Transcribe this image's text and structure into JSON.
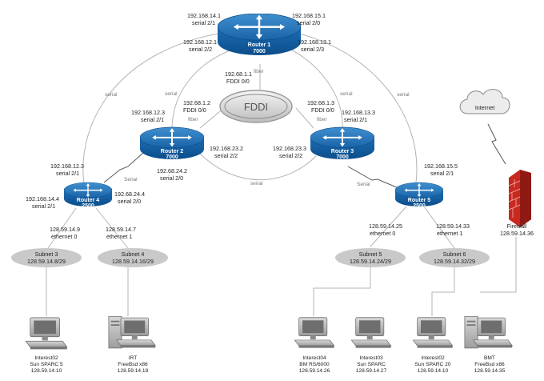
{
  "routers": [
    {
      "key": "r1",
      "name": "Router 1",
      "model": "7000"
    },
    {
      "key": "r2",
      "name": "Router 2",
      "model": "7000"
    },
    {
      "key": "r3",
      "name": "Router 3",
      "model": "7000"
    },
    {
      "key": "r4",
      "name": "Router 4",
      "model": "2500"
    },
    {
      "key": "r5",
      "name": "Router 5",
      "model": "2500"
    }
  ],
  "fddi": {
    "label": "FDDI"
  },
  "internet": {
    "label": "Internet"
  },
  "firewall": {
    "name": "Firewall",
    "ip": "128.59.14.36"
  },
  "subnets": [
    {
      "name": "Subnet 3",
      "cidr": "128.59.14.8/29"
    },
    {
      "name": "Subnet 4",
      "cidr": "128.59.14.16/29"
    },
    {
      "name": "Subnet 5",
      "cidr": "128.59.14.24/29"
    },
    {
      "name": "Subnet 6",
      "cidr": "128.59.14.32/29"
    }
  ],
  "interfaces": [
    {
      "ip": "192.168.14.1",
      "port": "serial 2/1"
    },
    {
      "ip": "192.168.15.1",
      "port": "serial 2/0"
    },
    {
      "ip": "192.168.12.1",
      "port": "serial 2/2"
    },
    {
      "ip": "192.168.13.1",
      "port": "serial 2/3"
    },
    {
      "ip": "192.68.1.1",
      "port": "FDDI 0/0"
    },
    {
      "ip": "192.168.12.3",
      "port": "serial 2/1"
    },
    {
      "ip": "192.68.1.2",
      "port": "FDDI 0/0"
    },
    {
      "ip": "192.68.1.3",
      "port": "FDDI 0/0"
    },
    {
      "ip": "192.168.13.3",
      "port": "serial 2/1"
    },
    {
      "ip": "192.168.23.2",
      "port": "serial 2/2"
    },
    {
      "ip": "192.168.23.3",
      "port": "serial 2/2"
    },
    {
      "ip": "192.168.12.3",
      "port": "serial 2/1"
    },
    {
      "ip": "192.68.24.2",
      "port": "serial 2/0"
    },
    {
      "ip": "192.168.15.5",
      "port": "serial 2/1"
    },
    {
      "ip": "192.168.14.4",
      "port": "serial 2/1"
    },
    {
      "ip": "192.68.24.4",
      "port": "serial 2/0"
    },
    {
      "ip": "128.59.14.9",
      "port": "ethernet 0"
    },
    {
      "ip": "128.59.14.7",
      "port": "ethernet 1"
    },
    {
      "ip": "128.59.14.25",
      "port": "ethernet 0"
    },
    {
      "ip": "128.59.14.33",
      "port": "ethernet 1"
    }
  ],
  "link_labels": {
    "serial": "serial",
    "fiber": "fiber",
    "serial_cap": "Serial"
  },
  "computers": [
    {
      "name": "Interest02",
      "os": "Sun SPARC 5",
      "ip": "128.59.14.10"
    },
    {
      "name": "IRT",
      "os": "FreeBsd x86",
      "ip": "128.59.14.18"
    },
    {
      "name": "Interest04",
      "os": "BM RS/6000",
      "ip": "128.59.14.26"
    },
    {
      "name": "Interest03",
      "os": "Sun SPARC",
      "ip": "128.59.14.27"
    },
    {
      "name": "Interest02",
      "os": "Sun SPARC 20",
      "ip": "128.59.14.10"
    },
    {
      "name": "BMT",
      "os": "FreeBsd x86",
      "ip": "128.59.14.35"
    }
  ]
}
